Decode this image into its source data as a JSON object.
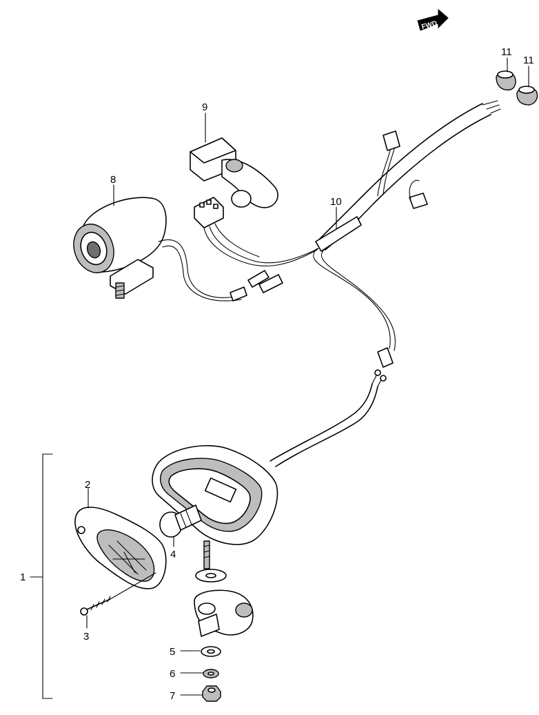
{
  "fwd_badge": "FWD",
  "callouts": [
    {
      "id": "c1",
      "text": "1"
    },
    {
      "id": "c2",
      "text": "2"
    },
    {
      "id": "c3",
      "text": "3"
    },
    {
      "id": "c4",
      "text": "4"
    },
    {
      "id": "c5",
      "text": "5"
    },
    {
      "id": "c6",
      "text": "6"
    },
    {
      "id": "c7",
      "text": "7"
    },
    {
      "id": "c8",
      "text": "8"
    },
    {
      "id": "c9",
      "text": "9"
    },
    {
      "id": "c10",
      "text": "10"
    },
    {
      "id": "c11a",
      "text": "11"
    },
    {
      "id": "c11b",
      "text": "11"
    }
  ]
}
